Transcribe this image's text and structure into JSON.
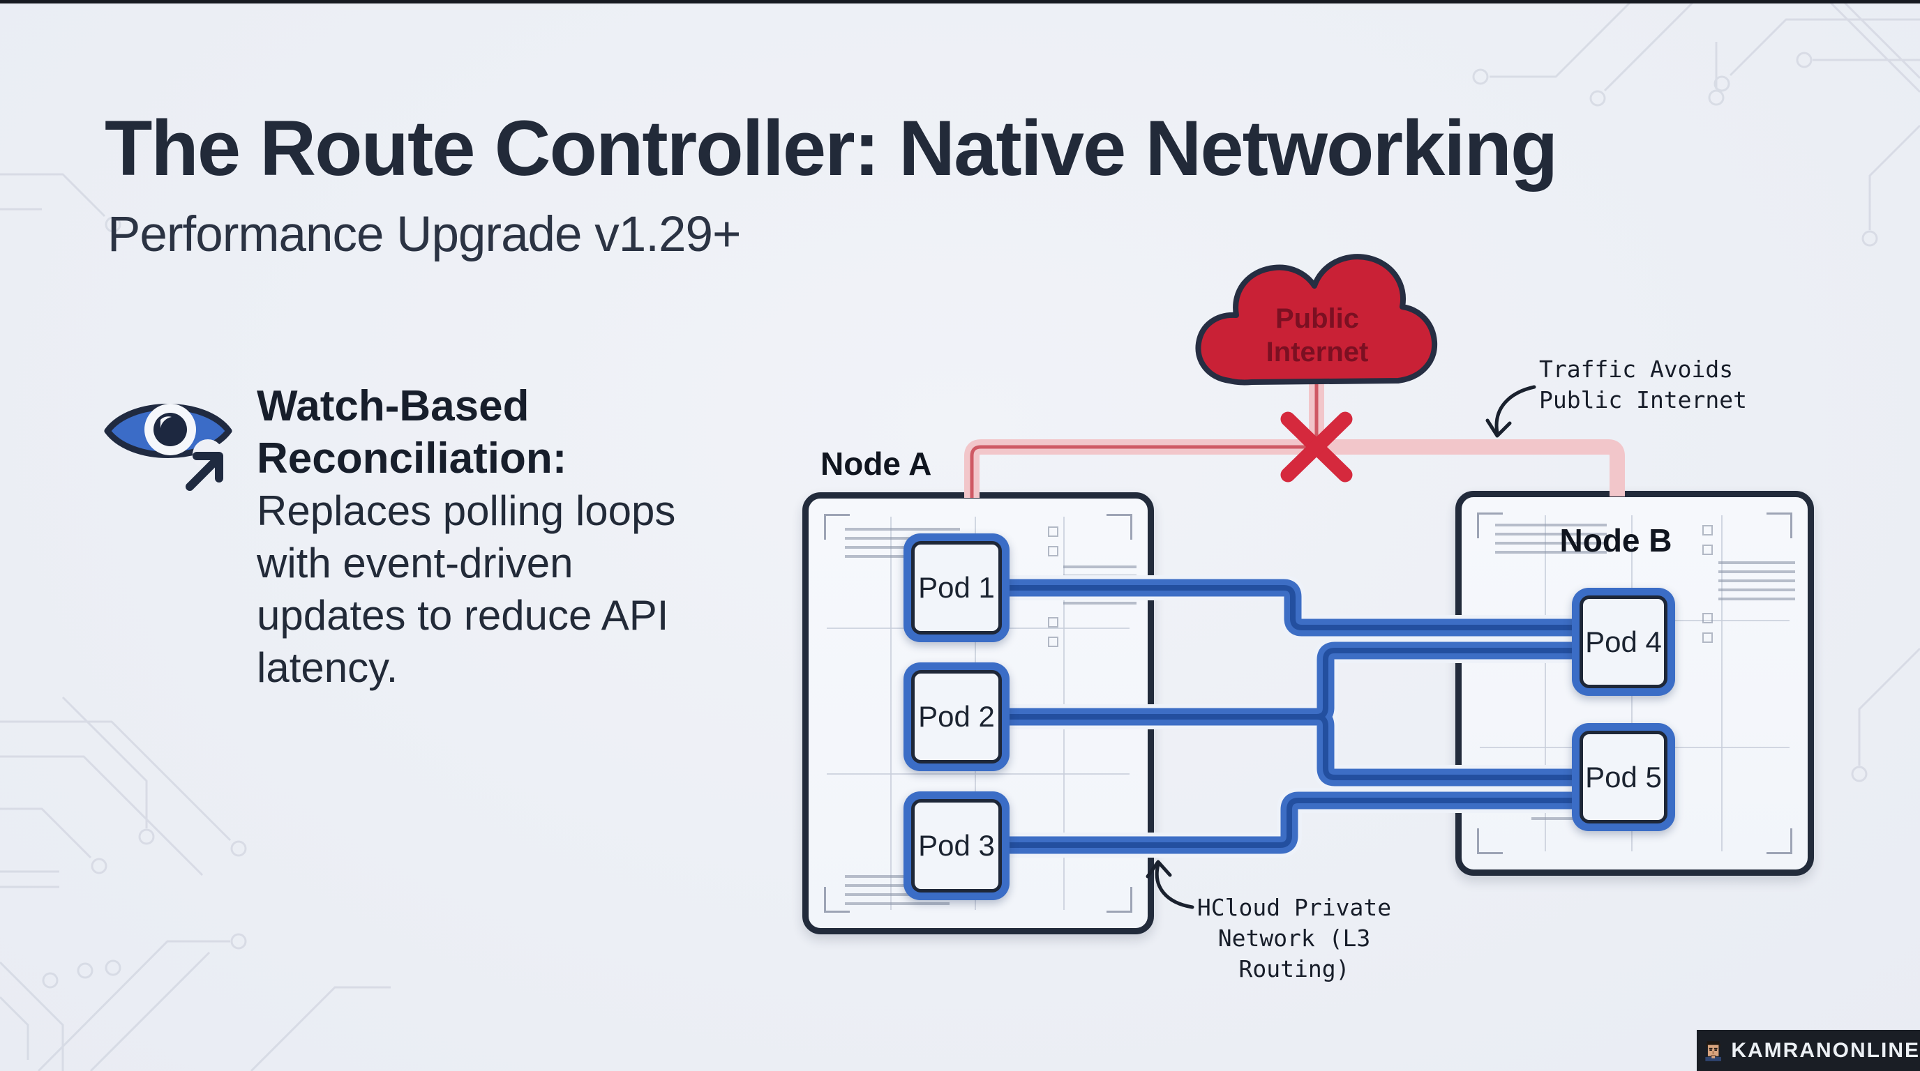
{
  "slide": {
    "title": "The Route Controller: Native Networking",
    "subtitle": "Performance Upgrade v1.29+"
  },
  "feature": {
    "icon": "eye-arrow-icon",
    "heading_lines": [
      "Watch-Based",
      "Reconciliation:"
    ],
    "body_lines": [
      "Replaces polling loops",
      "with event-driven",
      "updates to reduce API",
      "latency."
    ]
  },
  "diagram": {
    "cloud": {
      "label_lines": [
        "Public",
        "Internet"
      ],
      "color": "#c92136",
      "text_color": "#7b1022"
    },
    "annotations": {
      "traffic": {
        "lines": [
          "Traffic Avoids",
          "Public Internet"
        ]
      },
      "hcloud": {
        "lines": [
          "HCloud Private",
          "Network (L3",
          "Routing)"
        ]
      }
    },
    "node_a": {
      "label": "Node A",
      "pods": [
        "Pod 1",
        "Pod 2",
        "Pod 3"
      ]
    },
    "node_b": {
      "label": "Node B",
      "pods": [
        "Pod 4",
        "Pod 5"
      ]
    },
    "connections": [
      {
        "from": "Pod 1",
        "to": "Pod 4"
      },
      {
        "from": "Pod 2",
        "to": "Pod 4"
      },
      {
        "from": "Pod 2",
        "to": "Pod 5"
      },
      {
        "from": "Pod 3",
        "to": "Pod 5"
      }
    ],
    "colors": {
      "blue_line": "#3b6dc6",
      "blue_line_core": "#1f4ba0",
      "pink_line": "#f2c6ca",
      "pink_line_core": "#cf5964",
      "red_x": "#d5293d",
      "node_border": "#222b3b",
      "background": "#edf0f6"
    }
  },
  "watermark": {
    "text": "KAMRANONLINE",
    "icon": "pixel-avatar"
  }
}
